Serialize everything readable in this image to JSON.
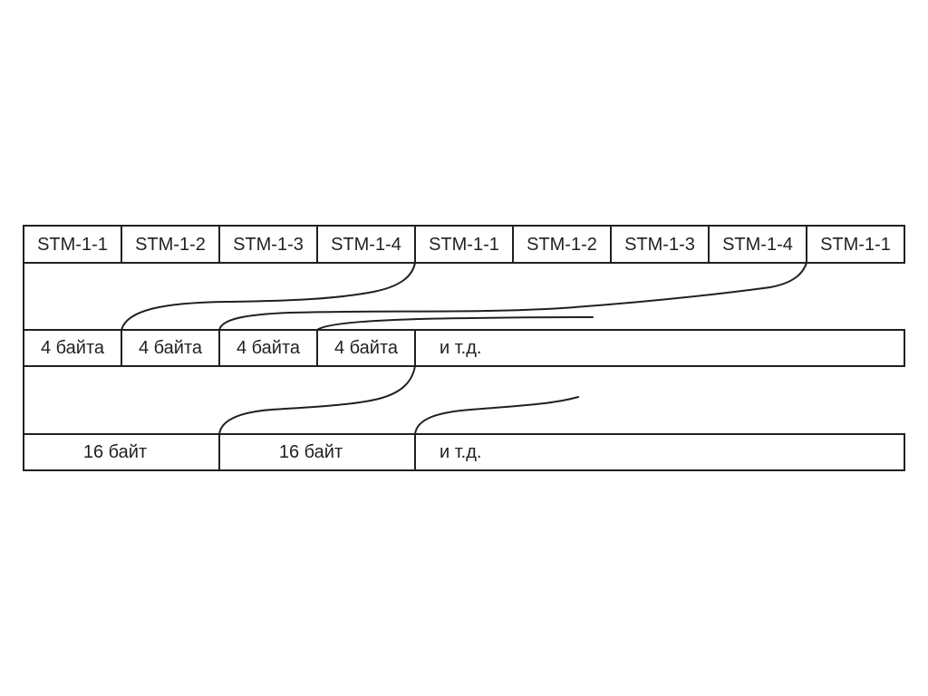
{
  "diagram": {
    "row1": {
      "cells": [
        "STM-1-1",
        "STM-1-2",
        "STM-1-3",
        "STM-1-4",
        "STM-1-1",
        "STM-1-2",
        "STM-1-3",
        "STM-1-4",
        "STM-1-1"
      ]
    },
    "row2": {
      "cells": [
        "4 байта",
        "4 байта",
        "4 байта",
        "4 байта"
      ],
      "continuation": "и т.д."
    },
    "row3": {
      "cells": [
        "16 байт",
        "16 байт"
      ],
      "continuation": "и т.д."
    }
  },
  "colors": {
    "stroke": "#231f20",
    "text": "#231f20",
    "background": "#ffffff"
  }
}
